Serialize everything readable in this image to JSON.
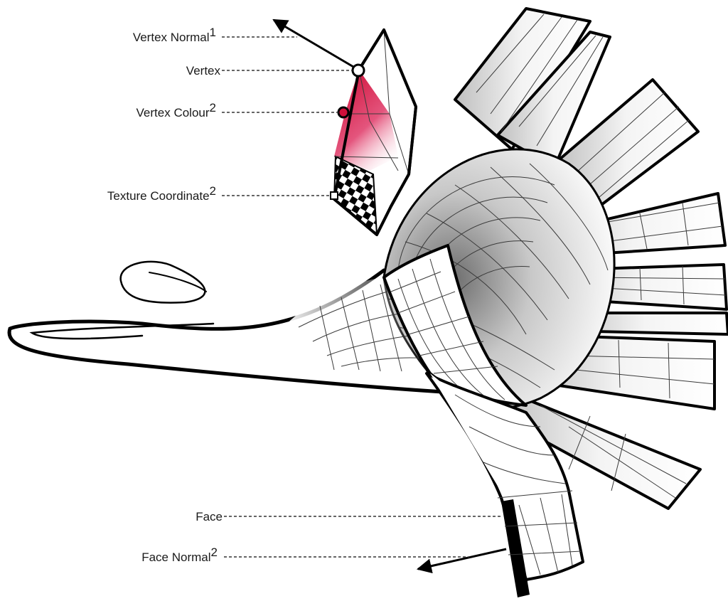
{
  "labels": {
    "vertex_normal": {
      "text": "Vertex Normal",
      "sup": "1"
    },
    "vertex": {
      "text": "Vertex",
      "sup": ""
    },
    "vertex_colour": {
      "text": "Vertex Colour",
      "sup": "2"
    },
    "texture_coordinate": {
      "text": "Texture Coordinate",
      "sup": "2"
    },
    "face": {
      "text": "Face",
      "sup": ""
    },
    "face_normal": {
      "text": "Face Normal",
      "sup": "2"
    }
  },
  "colors": {
    "vertex_colour": "#d0103a",
    "outline": "#000000",
    "leader": "#333333",
    "wire": "#3a3a3a",
    "shade": "#8a8a8a"
  }
}
